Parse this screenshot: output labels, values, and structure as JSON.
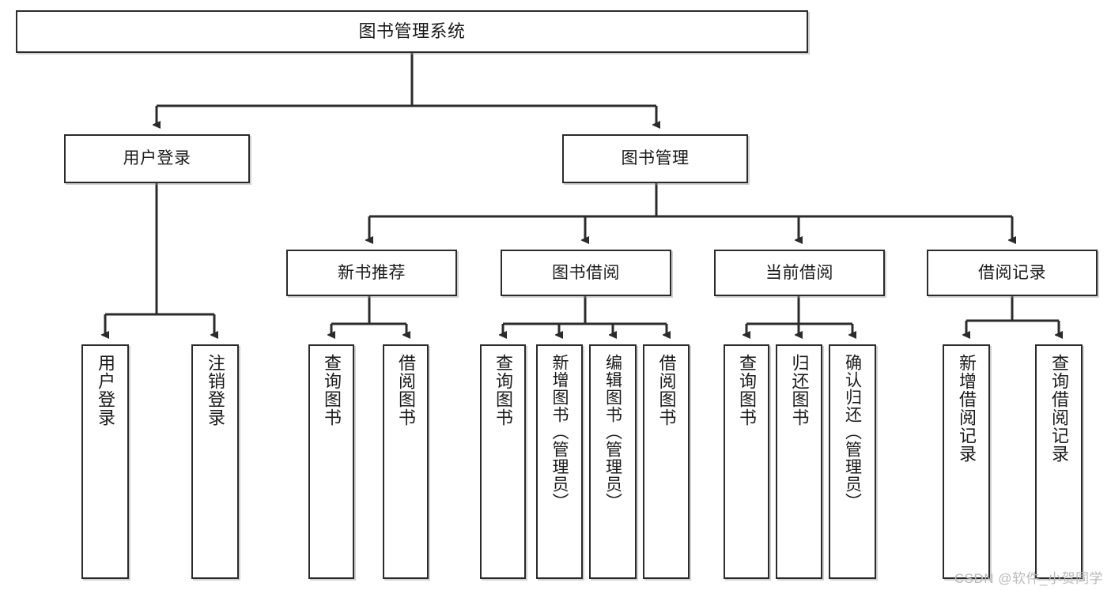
{
  "diagram": {
    "title": "图书管理系统",
    "type": "tree-hierarchy-diagram",
    "watermark": "CSDN @软件_小贺同学",
    "style": {
      "box_fill": "#ffffff",
      "box_stroke": "#2b2b2b",
      "connector_color": "#2b2b2b",
      "background": "#ffffff"
    },
    "nodes": {
      "root": {
        "label": "图书管理系统"
      },
      "level2": [
        {
          "label": "用户登录"
        },
        {
          "label": "图书管理"
        }
      ],
      "level3": [
        {
          "label": "新书推荐"
        },
        {
          "label": "图书借阅"
        },
        {
          "label": "当前借阅"
        },
        {
          "label": "借阅记录"
        }
      ],
      "leaves": {
        "user_login": [
          {
            "label": "用户登录"
          },
          {
            "label": "注销登录"
          }
        ],
        "new_book_recommend": [
          {
            "label": "查询图书"
          },
          {
            "label": "借阅图书"
          }
        ],
        "book_borrow": [
          {
            "label": "查询图书"
          },
          {
            "label": "新增图书（管理员）"
          },
          {
            "label": "编辑图书（管理员）"
          },
          {
            "label": "借阅图书"
          }
        ],
        "current_borrow": [
          {
            "label": "查询图书"
          },
          {
            "label": "归还图书"
          },
          {
            "label": "确认归还（管理员）"
          }
        ],
        "borrow_record": [
          {
            "label": "新增借阅记录"
          },
          {
            "label": "查询借阅记录"
          }
        ]
      }
    }
  }
}
